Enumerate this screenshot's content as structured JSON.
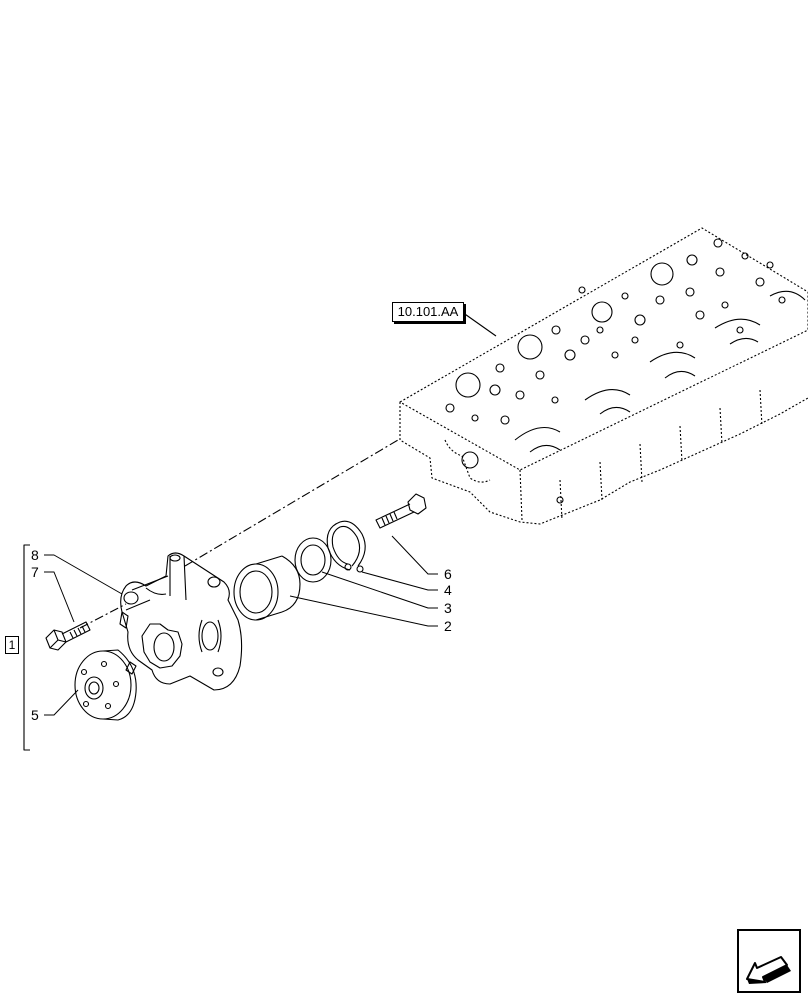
{
  "reference": {
    "label": "10.101.AA"
  },
  "assembly": {
    "label": "1"
  },
  "callouts": [
    {
      "id": "8",
      "text": "8"
    },
    {
      "id": "7",
      "text": "7"
    },
    {
      "id": "5",
      "text": "5"
    },
    {
      "id": "6",
      "text": "6"
    },
    {
      "id": "4",
      "text": "4"
    },
    {
      "id": "3",
      "text": "3"
    },
    {
      "id": "2",
      "text": "2"
    }
  ],
  "navigation": {
    "icon": "back-arrow-icon"
  }
}
